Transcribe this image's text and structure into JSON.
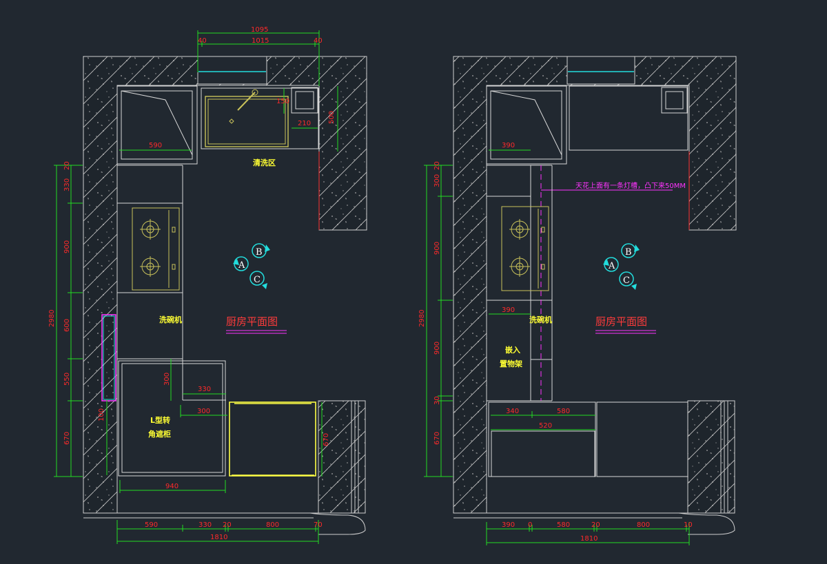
{
  "colors": {
    "background": "#212830",
    "wall": "#c8c8c8",
    "dimension": "#22dd22",
    "dim_text": "#ff2a2a",
    "label": "#ffff33",
    "cyan": "#22dddd",
    "magenta": "#ff33ff",
    "yellow": "#ffff44",
    "olive": "#c9c25a"
  },
  "plan_left": {
    "title": "厨房平面图",
    "labels": {
      "wash_zone": "清洗区",
      "dishwasher": "洗碗机",
      "corner_cab_1": "L型转",
      "corner_cab_2": "角遮柜"
    },
    "dims_top": {
      "overall": "1095",
      "seg1": "40",
      "seg2": "1015",
      "seg3": "40"
    },
    "dims_sink": {
      "a": "150",
      "b": "210",
      "c": "500"
    },
    "dim_cab_width": "590",
    "dims_left": {
      "total": "2980",
      "a": "20",
      "b": "330",
      "c": "900",
      "d": "600",
      "e": "550",
      "f": "670"
    },
    "dims_inner": {
      "a": "300",
      "b": "330",
      "c": "300",
      "d": "100",
      "e": "670"
    },
    "dim_bottom_inner": "940",
    "dims_bottom": {
      "a": "590",
      "b": "330",
      "c": "20",
      "d": "800",
      "e": "70",
      "total": "1810"
    },
    "bubbles": [
      "A",
      "B",
      "C"
    ]
  },
  "plan_right": {
    "title": "厨房平面图",
    "note": "天花上面有一条灯槽，凸下来50MM",
    "labels": {
      "dishwasher": "洗碗机",
      "shelf_1": "嵌入",
      "shelf_2": "置物架"
    },
    "dim_top_cab": "390",
    "dim_mid_cab": "390",
    "dims_left": {
      "total": "2980",
      "a": "20",
      "b": "300",
      "c": "900",
      "d": "900",
      "e": "30",
      "f": "670"
    },
    "dims_counter": {
      "a": "340",
      "b": "580",
      "c": "520"
    },
    "dims_bottom": {
      "a": "390",
      "b": "0",
      "c": "580",
      "d": "20",
      "e": "800",
      "f": "10",
      "total": "1810"
    },
    "bubbles": [
      "A",
      "B",
      "C"
    ]
  }
}
